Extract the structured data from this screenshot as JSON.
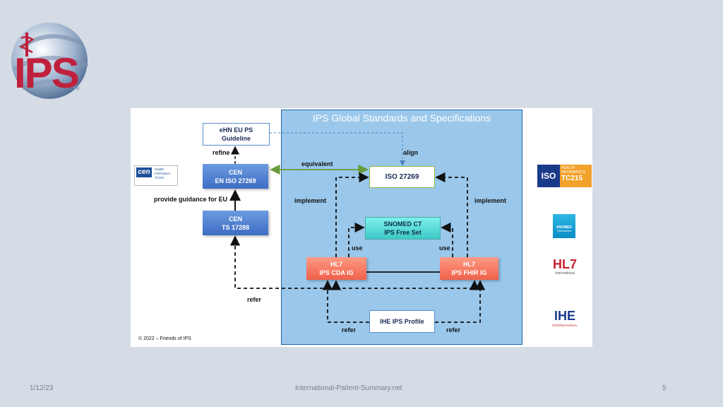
{
  "logo": {
    "text": "IPS",
    "icon": "ips-globe-caduceus-icon"
  },
  "diagram": {
    "title": "IPS Global Standards and Specifications",
    "nodes": {
      "ehn": "eHN EU PS\nGuideline",
      "cen_iso": "CEN\nEN ISO 27269",
      "cen_ts": "CEN\nTS 17288",
      "iso": "ISO 27269",
      "snomed": "SNOMED CT\nIPS Free Set",
      "hl7_cda": "HL7\nIPS CDA IG",
      "hl7_fhir": "HL7\nIPS FHIR IG",
      "ihe": "IHE IPS Profile"
    },
    "labels": {
      "refine": "refine",
      "align": "align",
      "equivalent": "equivalent",
      "provide_guidance": "provide guidance for EU",
      "implement_left": "implement",
      "implement_right": "implement",
      "use_left": "use",
      "use_right": "use",
      "refer_top": "refer",
      "refer_left": "refer",
      "refer_right": "refer"
    },
    "copyright": "© 2022 – Friends of IPS"
  },
  "org_logos": {
    "cen": {
      "main": "cen",
      "sub1": "Health",
      "sub2": "Informatics",
      "sub3": "TC251"
    },
    "iso": {
      "main": "ISO",
      "sub1": "HEALTH",
      "sub2": "INFORMATICS",
      "sub3": "TC215"
    },
    "snomed": {
      "main": "SNOMED",
      "sub": "International"
    },
    "hl7": {
      "main": "HL7",
      "sub": "International"
    },
    "ihe": {
      "main": "IHE",
      "sub": "INTERNATIONAL"
    }
  },
  "footer": {
    "date": "1/12/23",
    "site": "International-Patient-Summary.net",
    "page": "5"
  },
  "colors": {
    "slide_bg": "#d5dce5",
    "std_box": "#9ac7ea",
    "cen_blue": "#3d6cc4",
    "hl7_red": "#f0614a",
    "snomed_teal": "#3cc9c7",
    "equivalent_green": "#6a9a3a",
    "ips_red": "#c0203c"
  }
}
